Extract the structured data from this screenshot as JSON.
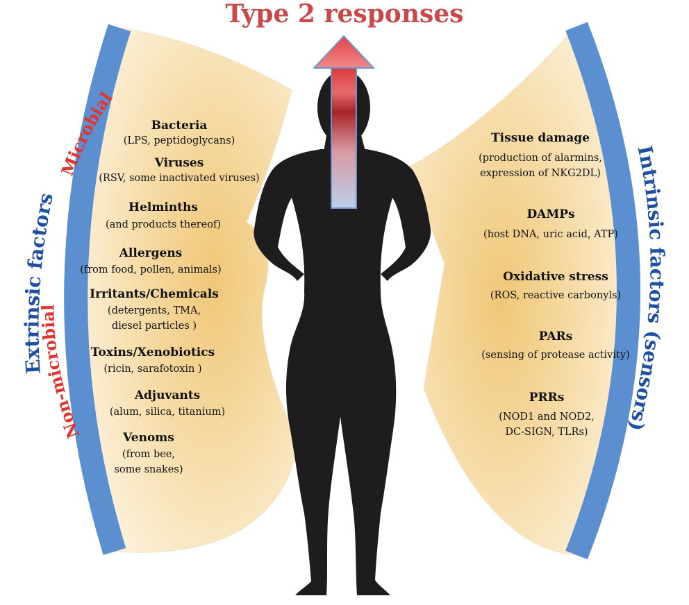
{
  "title": "Type 2 responses",
  "left": {
    "band_label": "Extrinsic factors",
    "category_microbial": "Microbial",
    "category_nonmicrobial": "Non-microbial",
    "items": [
      {
        "head": "Bacteria",
        "lines": [
          "(LPS, peptidoglycans)"
        ]
      },
      {
        "head": "Viruses",
        "lines": [
          "(RSV, some inactivated viruses)"
        ]
      },
      {
        "head": "Helminths",
        "lines": [
          "(and products thereof)"
        ]
      },
      {
        "head": "Allergens",
        "lines": [
          "(from food, pollen, animals)"
        ]
      },
      {
        "head": "Irritants/Chemicals",
        "lines": [
          "(detergents, TMA,",
          "diesel particles )"
        ]
      },
      {
        "head": "Toxins/Xenobiotics",
        "lines": [
          "(ricin, sarafotoxin )"
        ]
      },
      {
        "head": "Adjuvants",
        "lines": [
          "(alum, silica, titanium)"
        ]
      },
      {
        "head": "Venoms",
        "lines": [
          "(from bee,",
          "some snakes)"
        ]
      }
    ]
  },
  "right": {
    "band_label": "Intrinsic factors (sensors)",
    "items": [
      {
        "head": "Tissue damage",
        "lines": [
          "(production of alarmins,",
          "expression of NKG2DL)"
        ]
      },
      {
        "head": "DAMPs",
        "lines": [
          "(host DNA, uric acid, ATP)"
        ]
      },
      {
        "head": "Oxidative stress",
        "lines": [
          "(ROS, reactive carbonyls)"
        ]
      },
      {
        "head": "PARs",
        "lines": [
          "(sensing of protease activity)"
        ]
      },
      {
        "head": "PRRs",
        "lines": [
          "(NOD1 and NOD2,",
          "DC-SIGN, TLRs)"
        ]
      }
    ]
  },
  "colors": {
    "title_red": "#c9484a",
    "band_blue": "#5b8fcf",
    "band_label_blue": "#1f4fa0",
    "category_red": "#e2332f",
    "panel_center": "#f0c777",
    "panel_edge": "#fbeed3",
    "silhouette": "#1e1c1c",
    "arrow_top": "#d9363a",
    "arrow_bottom": "#b9cde9"
  }
}
